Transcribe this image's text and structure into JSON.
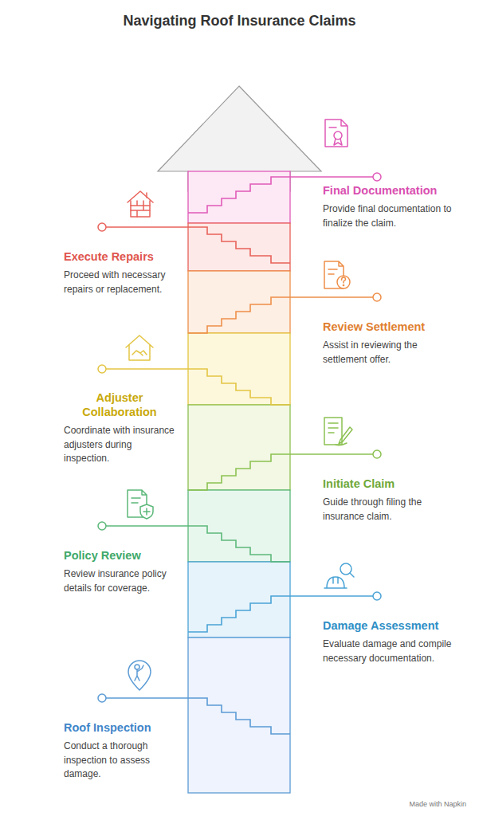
{
  "diagram": {
    "title": "Navigating Roof Insurance Claims",
    "nodes": [
      {
        "text": [
          "Roof Inspection",
          "Conduct a thorough inspection to assess damage."
        ]
      },
      {
        "text": [
          "Damage Assessment",
          "Evaluate damage and compile necessary documentation."
        ]
      },
      {
        "text": [
          "Policy Review",
          "Review insurance policy details for coverage."
        ]
      },
      {
        "text": [
          "Initiate Claim",
          "Guide through filing the insurance claim."
        ]
      },
      {
        "text": [
          "Adjuster Collaboration",
          "Coordinate with insurance adjusters during inspection."
        ]
      },
      {
        "text": [
          "Review Settlement",
          "Assist in reviewing the settlement offer."
        ]
      },
      {
        "text": [
          "Execute Repairs",
          "Proceed with necessary repairs or replacement."
        ]
      },
      {
        "text": [
          "Final Documentation",
          "Provide final documentation to finalize the claim."
        ]
      }
    ],
    "labels": [
      "Made with Napkin"
    ]
  }
}
